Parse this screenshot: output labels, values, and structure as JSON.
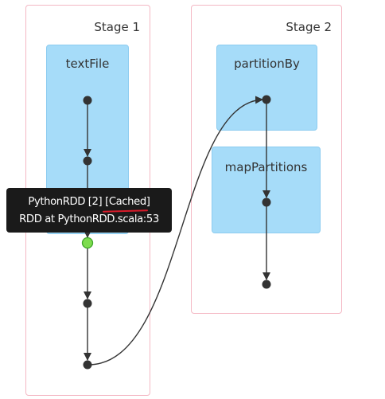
{
  "stages": [
    {
      "title": "Stage 1",
      "operations": [
        "textFile"
      ]
    },
    {
      "title": "Stage 2",
      "operations": [
        "partitionBy",
        "mapPartitions"
      ]
    }
  ],
  "tooltip": {
    "line1_prefix": "PythonRDD [2] ",
    "line1_cached": "[Cached]",
    "line2": "RDD at PythonRDD.scala:53"
  },
  "colors": {
    "stage_border": "#f4b8c4",
    "operation_fill": "#a6dcf9",
    "node": "#333333",
    "cached_node": "#7ddc4e",
    "tooltip_bg": "#1a1a1a",
    "highlight_underline": "#d81b2a"
  }
}
